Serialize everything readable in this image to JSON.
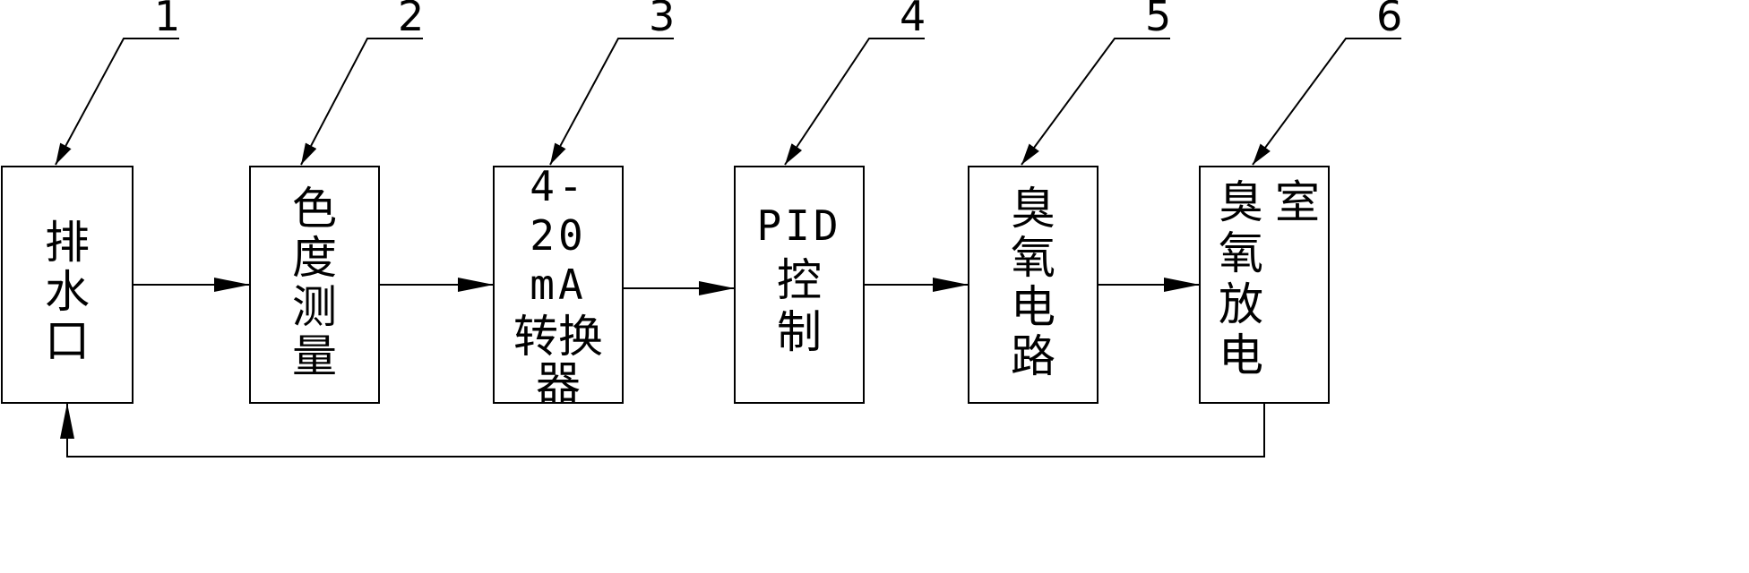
{
  "callouts": [
    "1",
    "2",
    "3",
    "4",
    "5",
    "6"
  ],
  "blocks": [
    {
      "id": "drain-outlet",
      "lines": [
        "排",
        "水",
        "口"
      ]
    },
    {
      "id": "chroma-measure",
      "lines": [
        "色",
        "度",
        "测",
        "量"
      ]
    },
    {
      "id": "converter",
      "lines": [
        "4-",
        "20",
        "mA",
        "转换",
        "器"
      ]
    },
    {
      "id": "pid-control",
      "lines": [
        "PID",
        "控",
        "制"
      ]
    },
    {
      "id": "ozone-circuit",
      "lines": [
        "臭",
        "氧",
        "电",
        "路"
      ]
    },
    {
      "id": "ozone-chamber",
      "lines": [
        "臭",
        "氧",
        "放",
        "电",
        "室"
      ]
    }
  ]
}
